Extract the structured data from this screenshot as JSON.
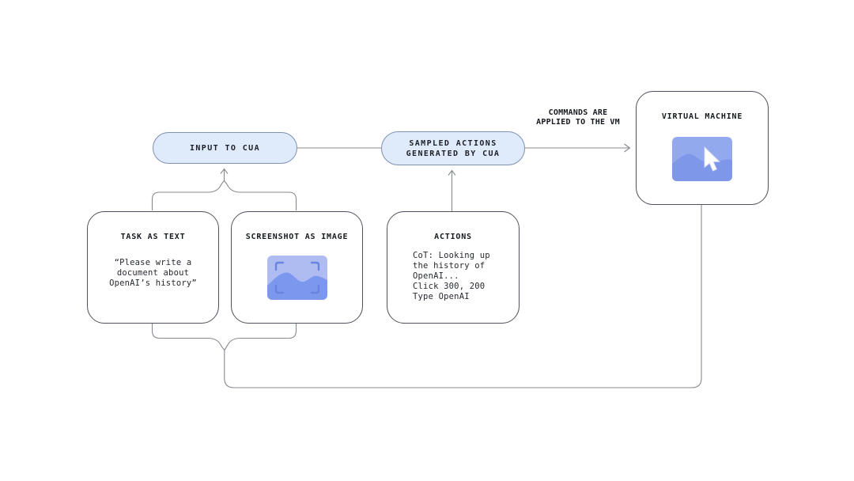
{
  "pills": {
    "input": {
      "label": "INPUT TO CUA"
    },
    "sampled": {
      "line1": "SAMPLED ACTIONS",
      "line2": "GENERATED BY CUA"
    }
  },
  "vm_arrow": {
    "line1": "COMMANDS ARE",
    "line2": "APPLIED TO THE VM"
  },
  "boxes": {
    "virtual_machine": {
      "title": "VIRTUAL MACHINE",
      "icon": "vm-screen-with-cursor-icon"
    },
    "task": {
      "title": "TASK AS TEXT",
      "body": [
        "“Please write a",
        "document about",
        "OpenAI’s history”"
      ]
    },
    "screenshot": {
      "title": "SCREENSHOT AS IMAGE",
      "icon": "screenshot-thumbnail-icon"
    },
    "actions": {
      "title": "ACTIONS",
      "body": [
        "CoT: Looking up",
        "the history of",
        "OpenAI...",
        "Click 300, 200",
        "Type OpenAI"
      ]
    }
  },
  "colors": {
    "background": "#ffffff",
    "pill_fill": "#dfeafb",
    "pill_border": "#7e90b3",
    "box_border": "#4d5159",
    "wire": "#85898f",
    "text": "#1d2026",
    "vm_thumb_bg": "#93a9ee",
    "vm_thumb_mountain": "#7e97e9",
    "screenshot_thumb_bg": "#aebcf2",
    "screenshot_thumb_mountain": "#7b97ee",
    "screenshot_frame": "#6884e0",
    "cursor": "#ffffff"
  }
}
